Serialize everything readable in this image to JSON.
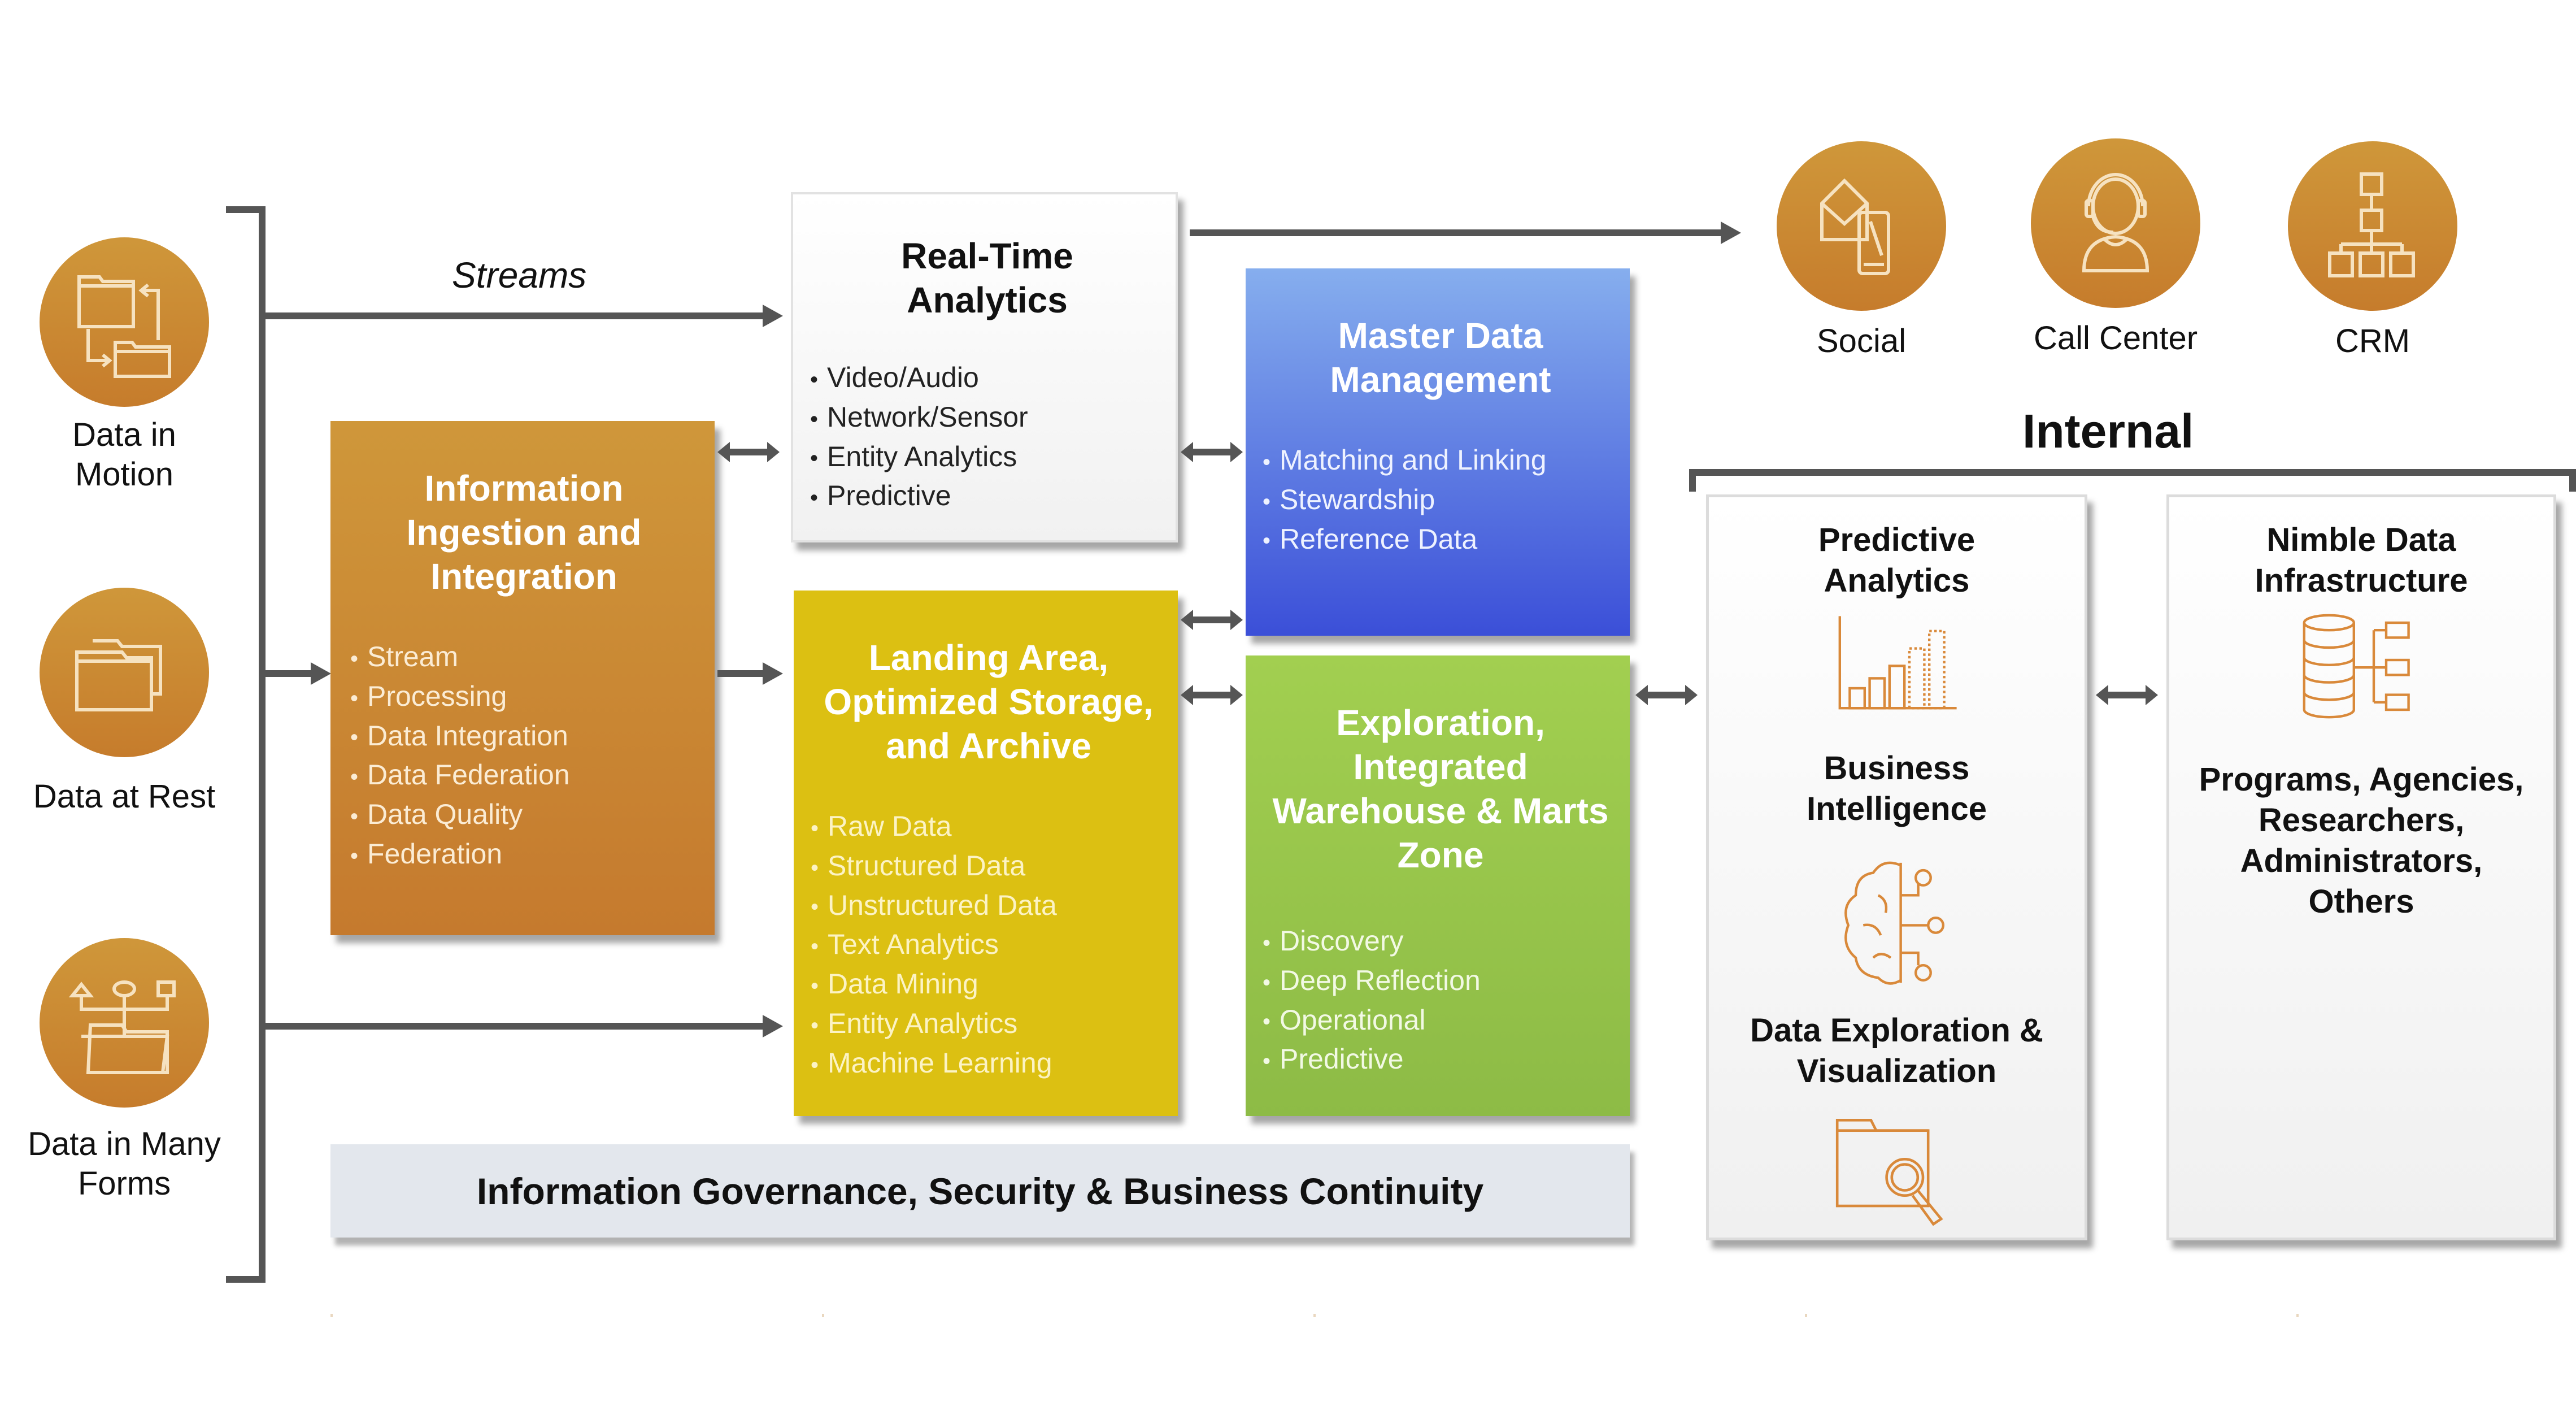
{
  "sources": [
    {
      "label": "Data in Motion",
      "icon": "folders-transfer-icon"
    },
    {
      "label": "Data at Rest",
      "icon": "folders-stack-icon"
    },
    {
      "label": "Data in Many Forms",
      "icon": "folder-shapes-icon"
    }
  ],
  "streams_label": "Streams",
  "ingestion": {
    "title": "Information Ingestion and Integration",
    "items": [
      "Stream",
      "Processing",
      "Data Integration",
      "Data Federation",
      "Data Quality",
      "Federation"
    ]
  },
  "realtime": {
    "title": "Real-Time Analytics",
    "items": [
      "Video/Audio",
      "Network/Sensor",
      "Entity Analytics",
      "Predictive"
    ]
  },
  "landing": {
    "title": "Landing Area, Optimized Storage, and Archive",
    "items": [
      "Raw Data",
      "Structured Data",
      "Unstructured Data",
      "Text Analytics",
      "Data Mining",
      "Entity Analytics",
      "Machine Learning"
    ]
  },
  "mdm": {
    "title": "Master Data Management",
    "items": [
      "Matching and Linking",
      "Stewardship",
      "Reference Data"
    ]
  },
  "exploration": {
    "title": "Exploration, Integrated Warehouse & Marts Zone",
    "items": [
      "Discovery",
      "Deep Reflection",
      "Operational",
      "Predictive"
    ]
  },
  "governance": "Information Governance, Security & Business Continuity",
  "external": [
    {
      "label": "Social",
      "icon": "social-mail-phone-icon"
    },
    {
      "label": "Call Center",
      "icon": "headset-agent-icon"
    },
    {
      "label": "CRM",
      "icon": "org-chart-icon"
    }
  ],
  "internal_label": "Internal",
  "analytics_panel": {
    "sections": [
      {
        "title": "Predictive Analytics",
        "icon": "bar-chart-icon"
      },
      {
        "title": "Business Intelligence",
        "icon": "brain-circuit-icon"
      },
      {
        "title": "Data Exploration & Visualization",
        "icon": "folder-search-icon"
      }
    ]
  },
  "infra_panel": {
    "title": "Nimble Data Infrastructure",
    "icon": "database-tree-icon",
    "audience": "Programs, Agencies, Researchers, Administrators, Others"
  },
  "colors": {
    "orange": "#c98530",
    "yellow": "#dcc012",
    "blue_top": "#86aeee",
    "blue_bottom": "#3b4fd8",
    "green": "#9cc84c",
    "arrow": "#555555",
    "icon_stroke": "#d9893a"
  }
}
